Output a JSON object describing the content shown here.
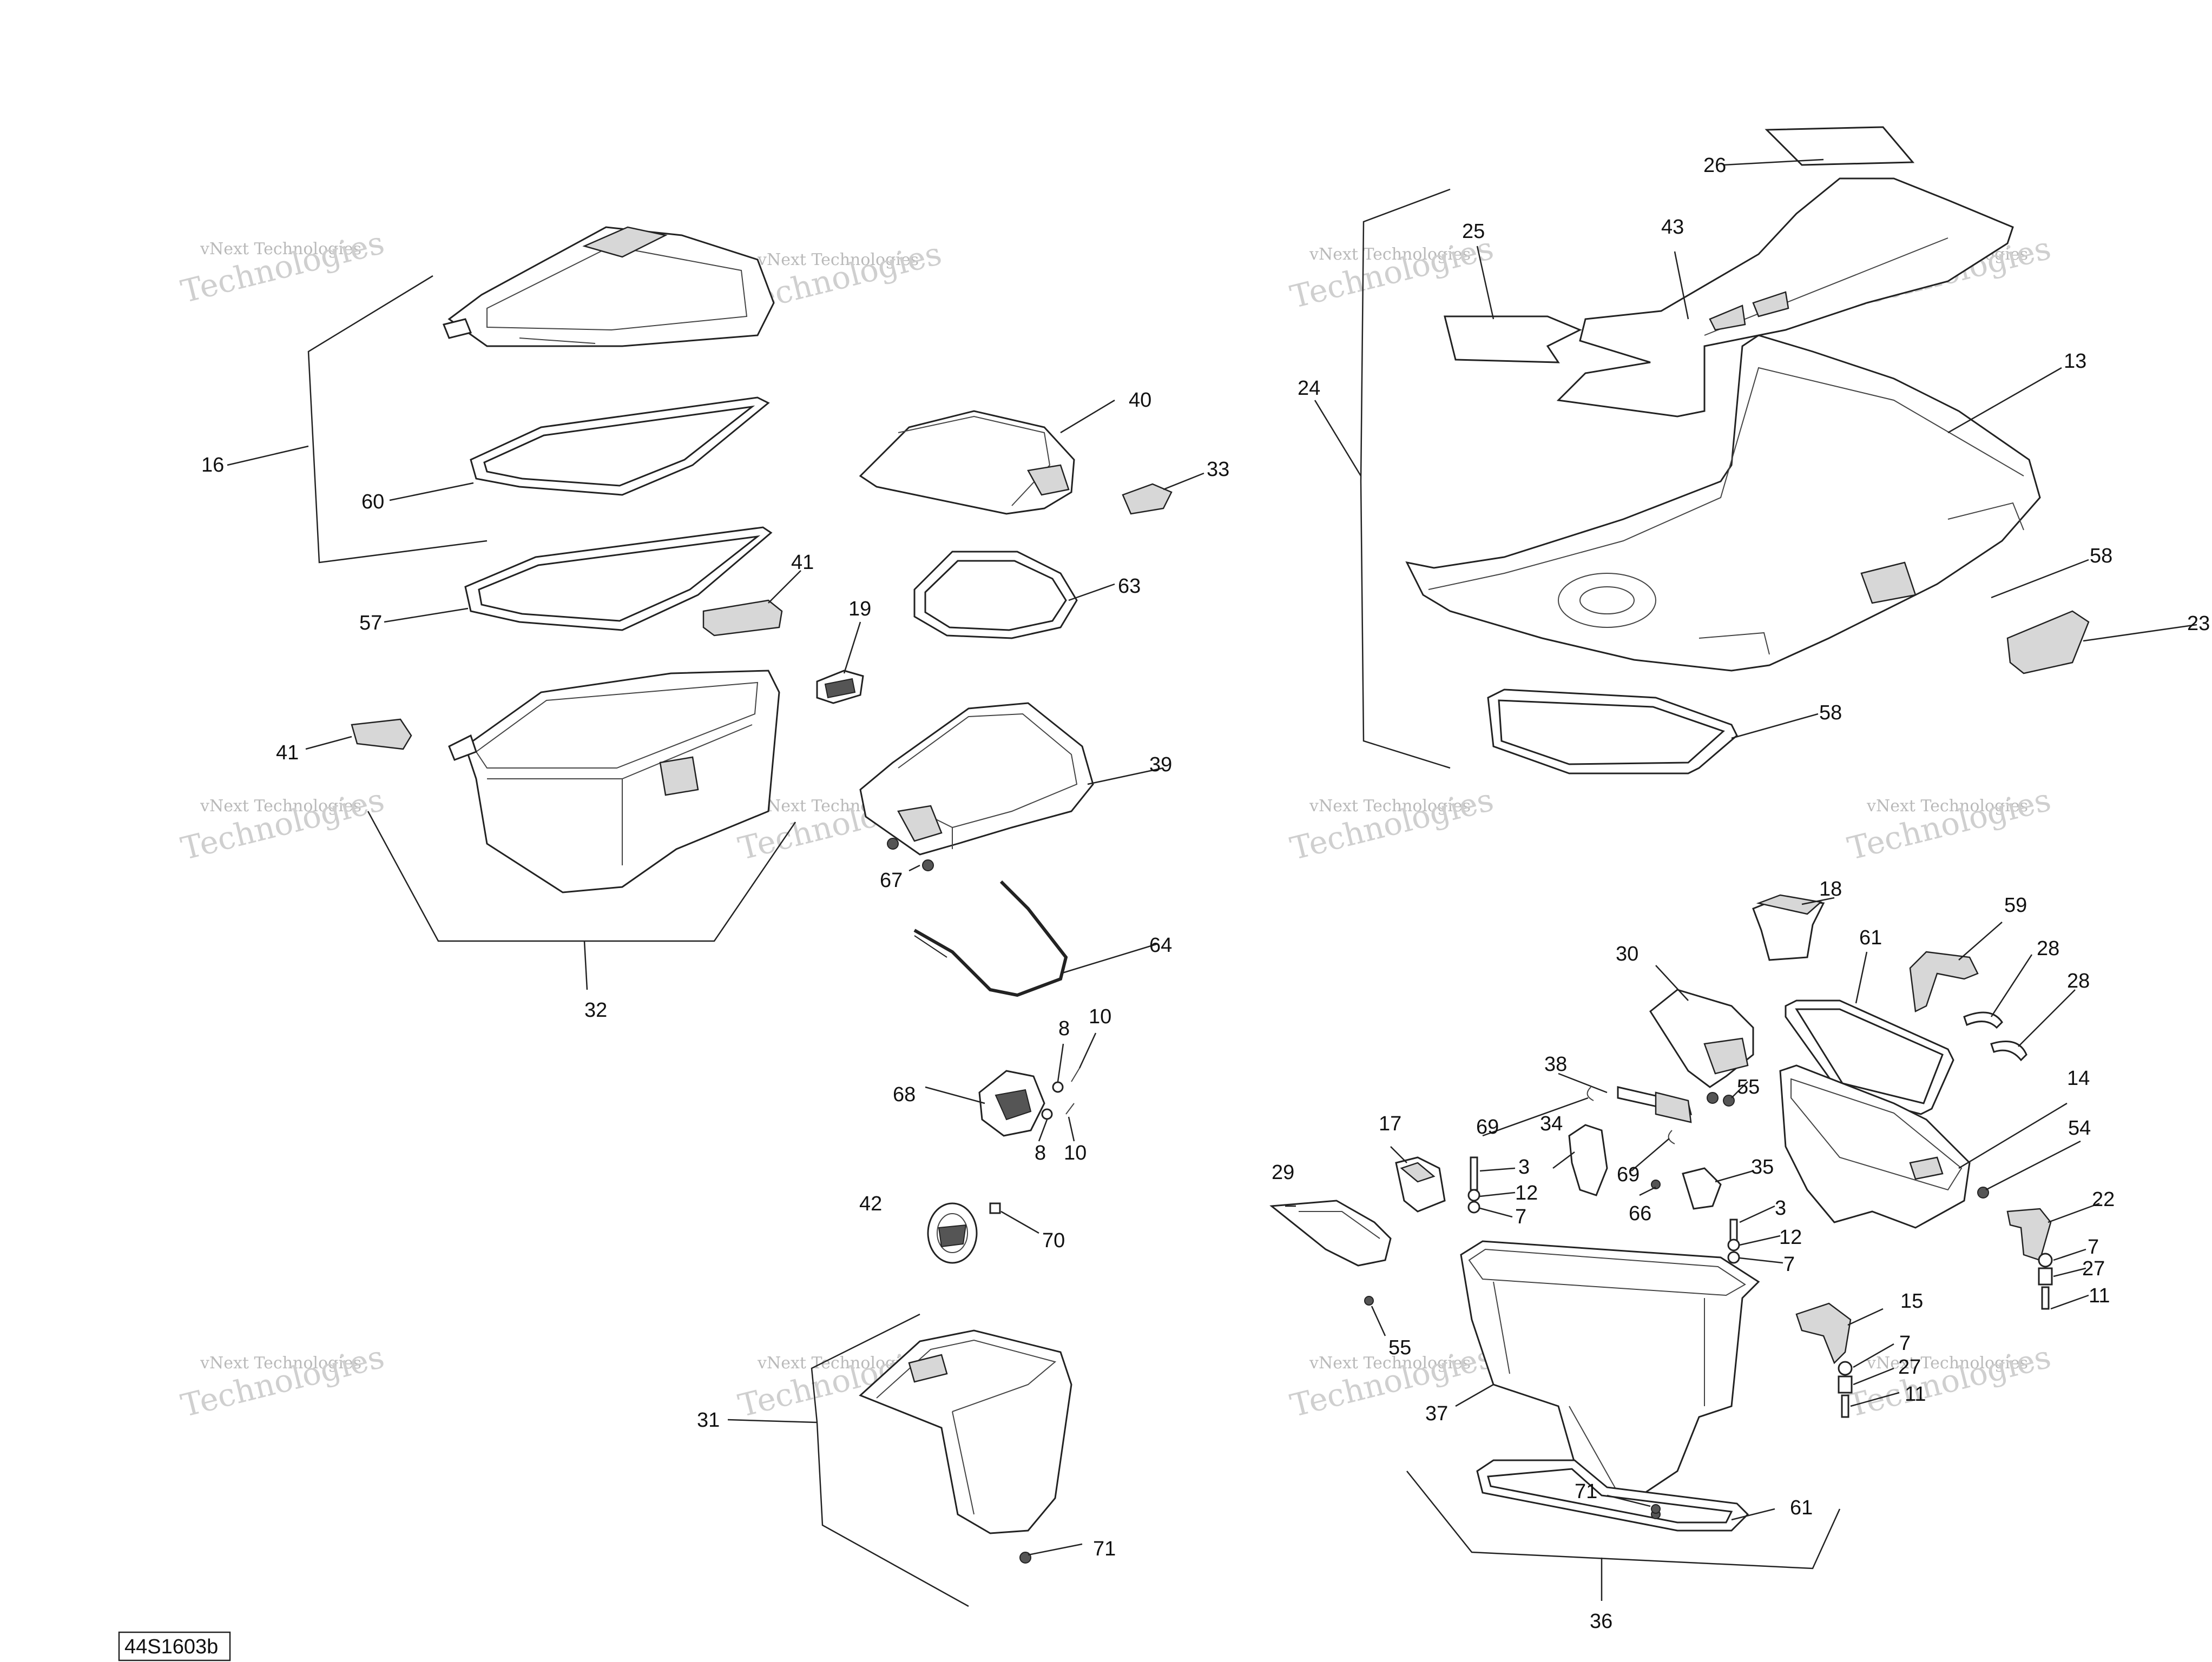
{
  "diagram": {
    "reference_code": "44S1603b",
    "watermark_line1": "vNext Technologies",
    "watermark_line2": "Technologies",
    "callouts": [
      "26",
      "25",
      "43",
      "24",
      "13",
      "58",
      "23",
      "58",
      "16",
      "60",
      "40",
      "33",
      "63",
      "57",
      "41",
      "19",
      "41",
      "39",
      "67",
      "32",
      "64",
      "10",
      "8",
      "68",
      "8",
      "10",
      "42",
      "70",
      "31",
      "71",
      "18",
      "59",
      "61",
      "30",
      "28",
      "28",
      "38",
      "69",
      "55",
      "14",
      "54",
      "69",
      "29",
      "17",
      "34",
      "3",
      "12",
      "7",
      "35",
      "66",
      "3",
      "12",
      "7",
      "22",
      "7",
      "27",
      "11",
      "55",
      "15",
      "7",
      "27",
      "11",
      "37",
      "71",
      "61",
      "36"
    ]
  }
}
